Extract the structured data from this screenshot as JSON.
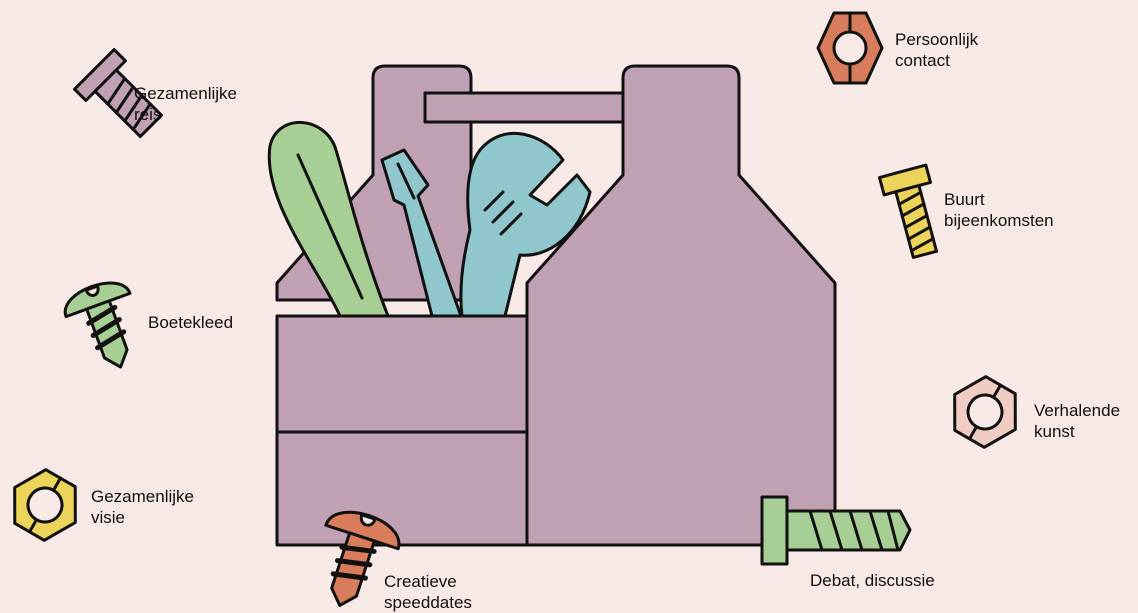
{
  "colors": {
    "background": "#f7e9e5",
    "toolbox": "#c0a0b3",
    "outline": "#111111",
    "green": "#a7cf95",
    "teal": "#8fc7cc",
    "orange": "#d97c5b",
    "yellow": "#ecd45a",
    "pink": "#f0ccc3",
    "purple": "#c0a0b3"
  },
  "labels": {
    "gezamenlijke_reis": [
      "Gezamenlijke",
      "reis"
    ],
    "persoonlijk_contact": [
      "Persoonlijk",
      "contact"
    ],
    "buurt_bijeenkomsten": [
      "Buurt",
      "bijeenkomsten"
    ],
    "boetekleed": [
      "Boetekleed"
    ],
    "verhalende_kunst": [
      "Verhalende",
      "kunst"
    ],
    "gezamenlijke_visie": [
      "Gezamenlijke",
      "visie"
    ],
    "creatieve_speeddates": [
      "Creatieve",
      "speeddates"
    ],
    "debat_discussie": [
      "Debat, discussie"
    ]
  }
}
